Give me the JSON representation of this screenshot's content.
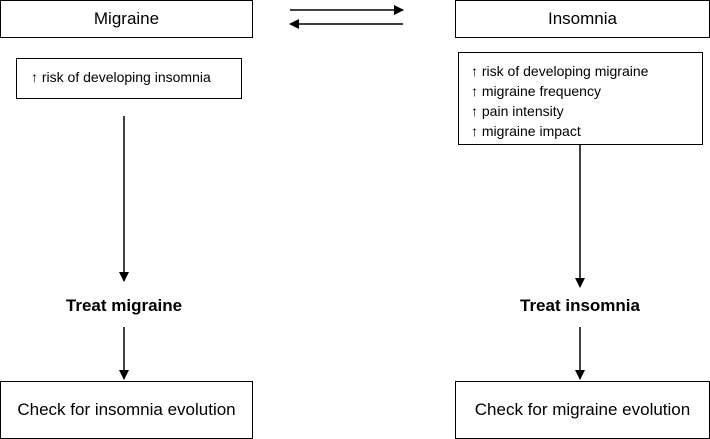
{
  "left": {
    "title": "Migraine",
    "effects": [
      "↑ risk of developing insomnia"
    ],
    "treat": "Treat migraine",
    "check": "Check for insomnia evolution"
  },
  "right": {
    "title": "Insomnia",
    "effects": [
      "↑ risk of developing migraine",
      "↑ migraine frequency",
      "↑ pain intensity",
      "↑ migraine impact"
    ],
    "treat": "Treat insomnia",
    "check": "Check for migraine evolution"
  }
}
